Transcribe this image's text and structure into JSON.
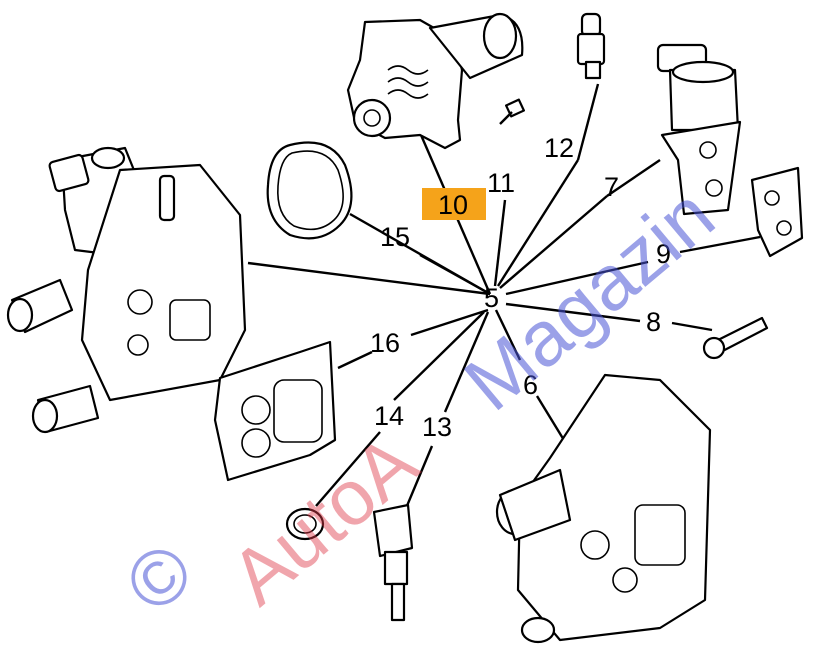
{
  "diagram": {
    "hub_label": "5",
    "highlighted_label": "10",
    "highlight_color": "#f5a31a",
    "labels": {
      "l6": "6",
      "l7": "7",
      "l8": "8",
      "l9": "9",
      "l11": "11",
      "l12": "12",
      "l13": "13",
      "l14": "14",
      "l15": "15",
      "l16": "16"
    }
  },
  "watermark": {
    "copyright": "©",
    "brand_part1": "AutoA",
    "brand_part2": "Magazin",
    "color_red": "#e03a4a",
    "color_blue": "#4a55d6"
  }
}
